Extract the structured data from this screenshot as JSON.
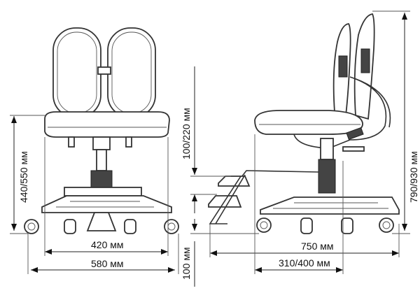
{
  "dimensions": {
    "front_seat_height": "440/550 мм",
    "front_seat_width": "420 мм",
    "front_base_width": "580 мм",
    "footrest_height": "100/220 мм",
    "footrest_step": "100 мм",
    "side_depth": "750 мм",
    "seat_depth": "310/400 мм",
    "total_height": "790/930 мм"
  }
}
